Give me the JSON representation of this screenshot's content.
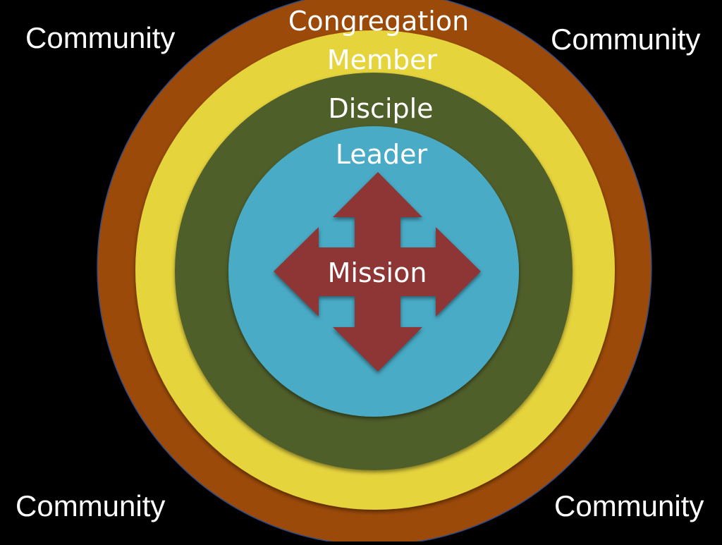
{
  "community_labels": {
    "top_left": "Community",
    "top_right": "Community",
    "bottom_left": "Community",
    "bottom_right": "Community"
  },
  "rings": [
    {
      "label": "Congregation",
      "color": "#9B4A09"
    },
    {
      "label": "Member",
      "color": "#E6D43E"
    },
    {
      "label": "Disciple",
      "color": "#4F5F2A"
    },
    {
      "label": "Leader",
      "color": "#4AABC6"
    }
  ],
  "center": {
    "label": "Mission",
    "arrow_color": "#8E3434",
    "arrows": "four-way-arrow-icon"
  },
  "colors": {
    "background": "#000000",
    "text": "#FFFFFF",
    "ring_outline": "#2E4A8A"
  }
}
